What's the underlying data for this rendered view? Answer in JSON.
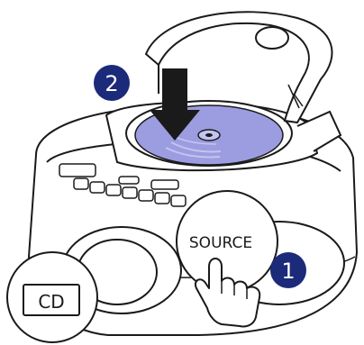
{
  "labels": {
    "step_1": "1",
    "step_2": "2",
    "source_button": "SOURCE",
    "cd_label": "CD"
  },
  "colors": {
    "ink": "#1a1a1a",
    "disc": "#9c9ce0",
    "disc_light": "#c4c4f0",
    "step_badge": "#1c2a7a",
    "badge_text": "#ffffff",
    "arrow": "#1a1a1a"
  },
  "icons": {
    "insert_arrow": "arrow-down-icon",
    "finger": "pointing-hand-icon"
  }
}
